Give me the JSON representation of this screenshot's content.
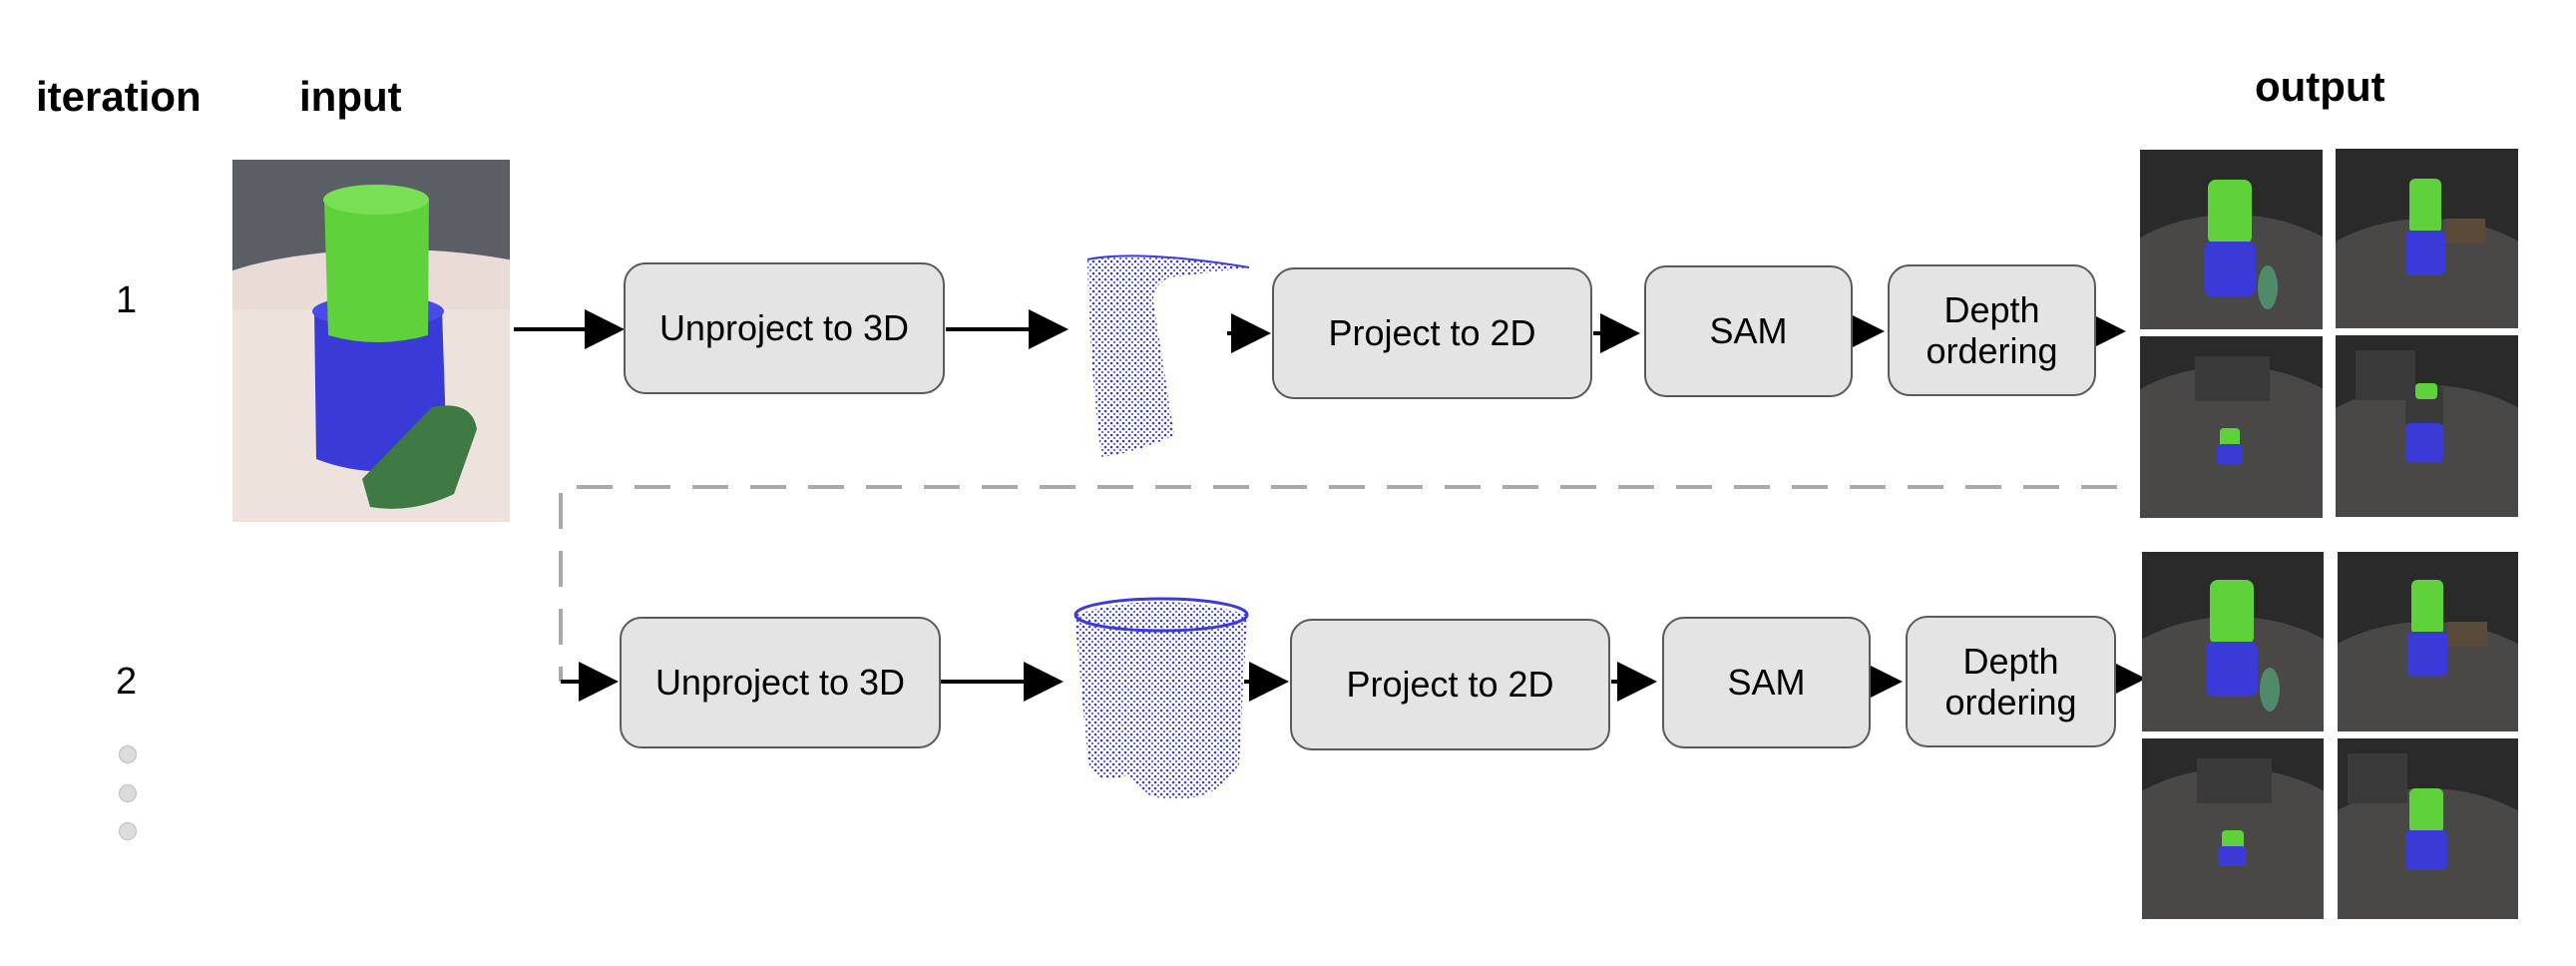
{
  "headers": {
    "iteration": "iteration",
    "input": "input",
    "output": "output"
  },
  "iterations": {
    "first": "1",
    "second": "2"
  },
  "row1": {
    "unproject": "Unproject to 3D",
    "project": "Project to 2D",
    "sam": "SAM",
    "depth": "Depth\nordering"
  },
  "row2": {
    "unproject": "Unproject to 3D",
    "project": "Project to 2D",
    "sam": "SAM",
    "depth": "Depth\nordering"
  },
  "colors": {
    "top_object_mask": "#5fd13a",
    "bottom_object_mask": "#3a3ad9",
    "side_object": "#3f7a45",
    "point_cloud": "#3a3ae0",
    "box_fill": "#e4e4e4",
    "dashed_line": "#aaaaaa"
  }
}
